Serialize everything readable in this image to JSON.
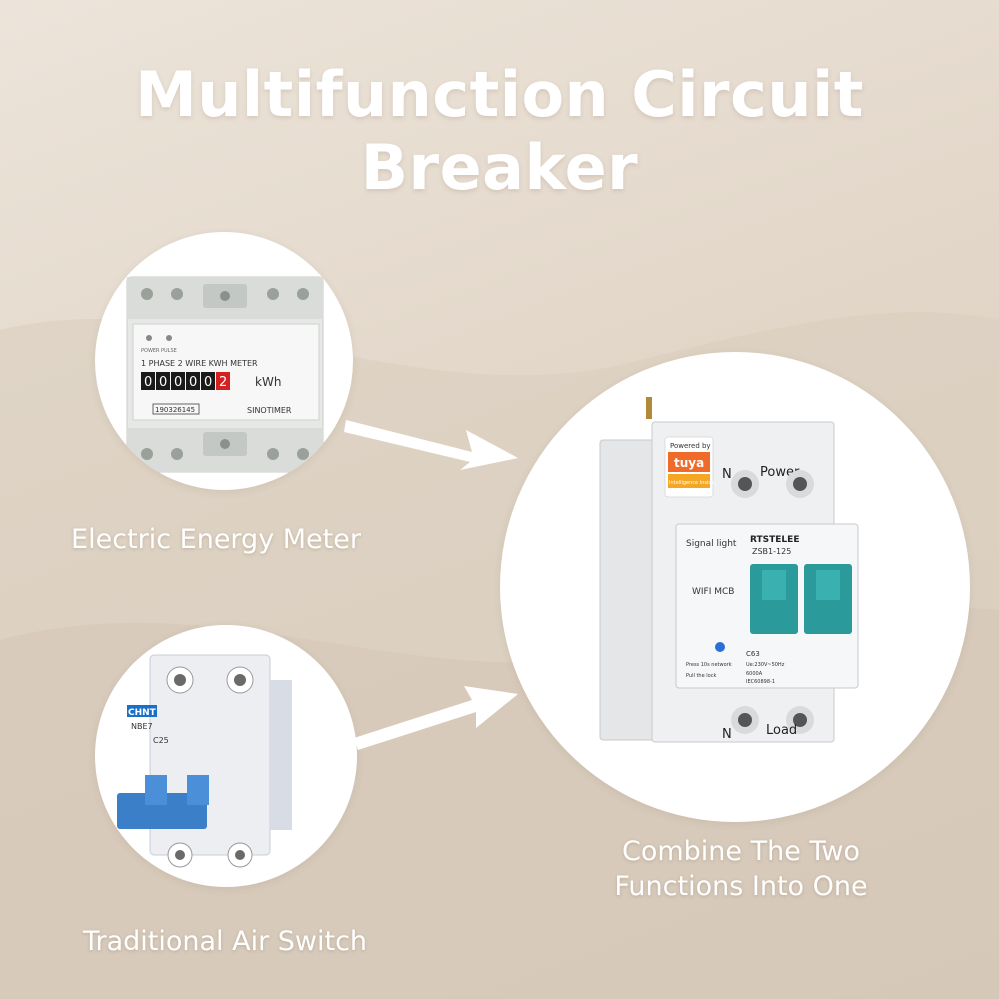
{
  "title": "Multifunction Circuit Breaker",
  "meter": {
    "caption": "Electric Energy Meter",
    "header": "1 PHASE 2 WIRE KWH METER",
    "digits": [
      "0",
      "0",
      "0",
      "0",
      "0",
      "2"
    ],
    "unit": "kWh",
    "brand": "SINOTIMER",
    "serial": "190326145",
    "power_label": "POWER",
    "pulse_label": "PULSE"
  },
  "air_switch": {
    "caption": "Traditional Air Switch",
    "brand": "CHNT",
    "model": "NBE7",
    "rating": "C25"
  },
  "smart_breaker": {
    "caption_line1": "Combine The Two",
    "caption_line2": "Functions Into One",
    "powered_by": "Powered by",
    "tuya": "tuya",
    "tuya_sub": "Intelligence Inside",
    "label_n_top": "N",
    "label_power": "Power",
    "signal_light": "Signal light",
    "brand": "RTSTELEE",
    "model": "ZSB1-125",
    "wifi_mcb": "WIFI MCB",
    "rating": "C63",
    "voltage": "Ue:230V~50Hz",
    "capacity": "6000A",
    "standard": "IEC60898-1",
    "press_text": "Press 10s network",
    "pull_text": "Pull the lock",
    "label_n_bottom": "N",
    "label_load": "Load"
  },
  "colors": {
    "background": "#e2d6c8",
    "teal_handle": "#2a9a9a",
    "blue_handle": "#3a7fc8",
    "tuya_orange": "#f06a2a"
  }
}
